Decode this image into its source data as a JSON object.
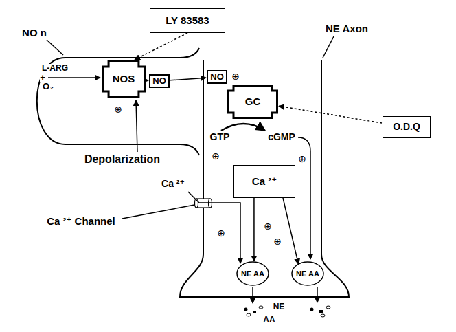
{
  "diagram": {
    "nodes": [
      {
        "text": [
          "LY 83583"
        ]
      },
      {
        "text": [
          "NOS"
        ]
      },
      {
        "text": [
          "NO"
        ]
      },
      {
        "text": [
          "NO"
        ]
      },
      {
        "text": [
          "GC"
        ]
      },
      {
        "text": [
          "O.D.Q"
        ]
      },
      {
        "text": [
          "Ca ²⁺"
        ]
      },
      {
        "text": [
          "NE AA"
        ]
      },
      {
        "text": [
          "NE AA"
        ]
      }
    ],
    "edges": [
      {
        "from": 0,
        "to": 1,
        "arrow": "to"
      },
      {
        "from": 1,
        "to": 2,
        "arrow": "to"
      },
      {
        "from": 2,
        "to": 3,
        "arrow": "to"
      },
      {
        "from": 5,
        "to": 4,
        "arrow": "to"
      },
      {
        "from": 6,
        "to": 7,
        "arrow": "to"
      },
      {
        "from": 6,
        "to": 8,
        "arrow": "to"
      }
    ],
    "labels": [
      "NE Axon",
      "NO n",
      "L-ARG",
      "+",
      "O₂",
      "⊕",
      "Depolarization",
      "⊕",
      "GTP",
      "cGMP",
      "⊕",
      "⊕",
      "Ca ²⁺",
      "Ca ²⁺ Channel",
      "⊕",
      "⊕",
      "⊕",
      "NE",
      "AA"
    ]
  }
}
